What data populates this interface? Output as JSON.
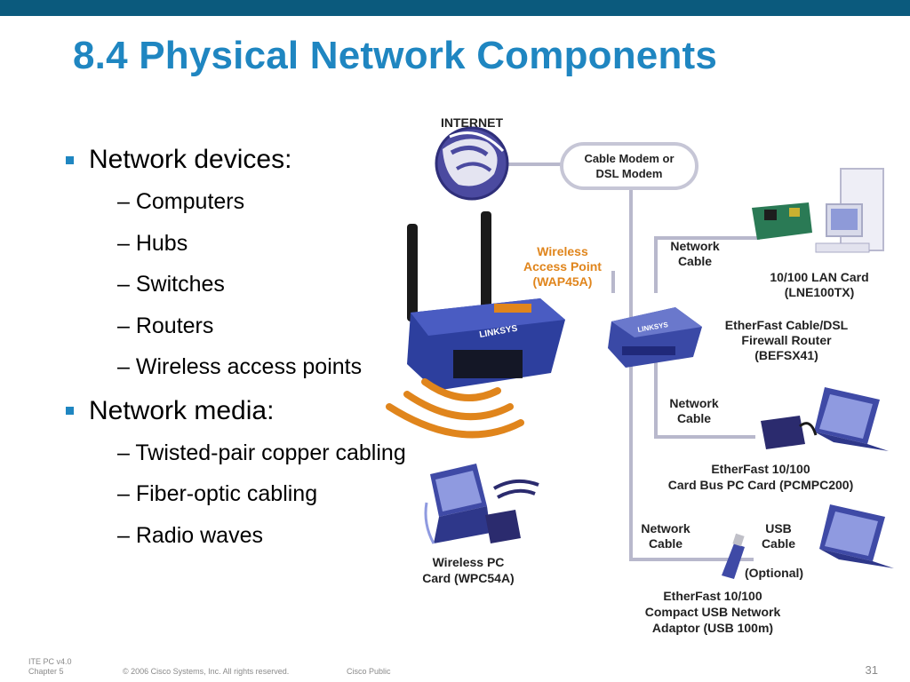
{
  "slide": {
    "title": "8.4 Physical Network Components",
    "bullets": [
      {
        "label": "Network devices:",
        "items": [
          "– Computers",
          "– Hubs",
          "– Switches",
          "– Routers",
          "– Wireless access points"
        ]
      },
      {
        "label": "Network media:",
        "items": [
          "– Twisted-pair copper cabling",
          "– Fiber-optic cabling",
          "– Radio waves"
        ]
      }
    ]
  },
  "diagram": {
    "internet": "INTERNET",
    "modem": [
      "Cable Modem or",
      "DSL Modem"
    ],
    "wap": [
      "Wireless",
      "Access Point",
      "(WAP45A)"
    ],
    "network_cable": [
      "Network",
      "Cable"
    ],
    "lan_card": [
      "10/100 LAN Card",
      "(LNE100TX)"
    ],
    "router": [
      "EtherFast Cable/DSL",
      "Firewall Router",
      "(BEFSX41)"
    ],
    "pc_card": [
      "EtherFast 10/100",
      "Card Bus PC Card (PCMPC200)"
    ],
    "usb_cable": [
      "USB",
      "Cable"
    ],
    "optional": "(Optional)",
    "usb_adaptor": [
      "EtherFast 10/100",
      "Compact USB Network",
      "Adaptor (USB 100m)"
    ],
    "wireless_card": [
      "Wireless PC",
      "Card (WPC54A)"
    ],
    "router_brand": "LINKSYS",
    "wap_brand": "LINKSYS"
  },
  "footer": {
    "course": "ITE PC v4.0",
    "chapter": "Chapter 5",
    "copyright": "© 2006 Cisco Systems, Inc. All rights reserved.",
    "classification": "Cisco Public",
    "page": "31"
  },
  "colors": {
    "accent": "#1f86c1",
    "topbar": "#0b5a7d",
    "wap_label": "#e0851c",
    "cable": "#b8b8cc"
  }
}
